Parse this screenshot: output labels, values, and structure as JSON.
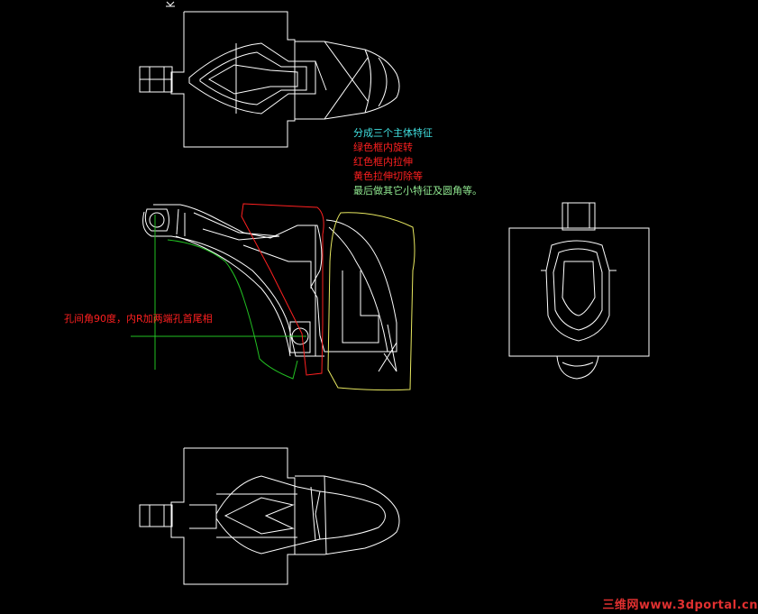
{
  "annotations": {
    "line1": "分成三个主体特征",
    "line2": "绿色框内旋转",
    "line3": "红色框内拉伸",
    "line4": "黄色拉伸切除等",
    "line5": "最后做其它小特征及圆角等。",
    "hole_note": "孔间角90度，内R加两端孔首尾相"
  },
  "watermark": "三维网www.3dportal.cn",
  "colors": {
    "background": "#000000",
    "drawing_line": "#ffffff",
    "cyan_text": "#40e0e0",
    "red": "#ff2020",
    "green": "#22c022",
    "yellow": "#e8e860",
    "light_green_text": "#90e890",
    "watermark": "#e03030"
  }
}
